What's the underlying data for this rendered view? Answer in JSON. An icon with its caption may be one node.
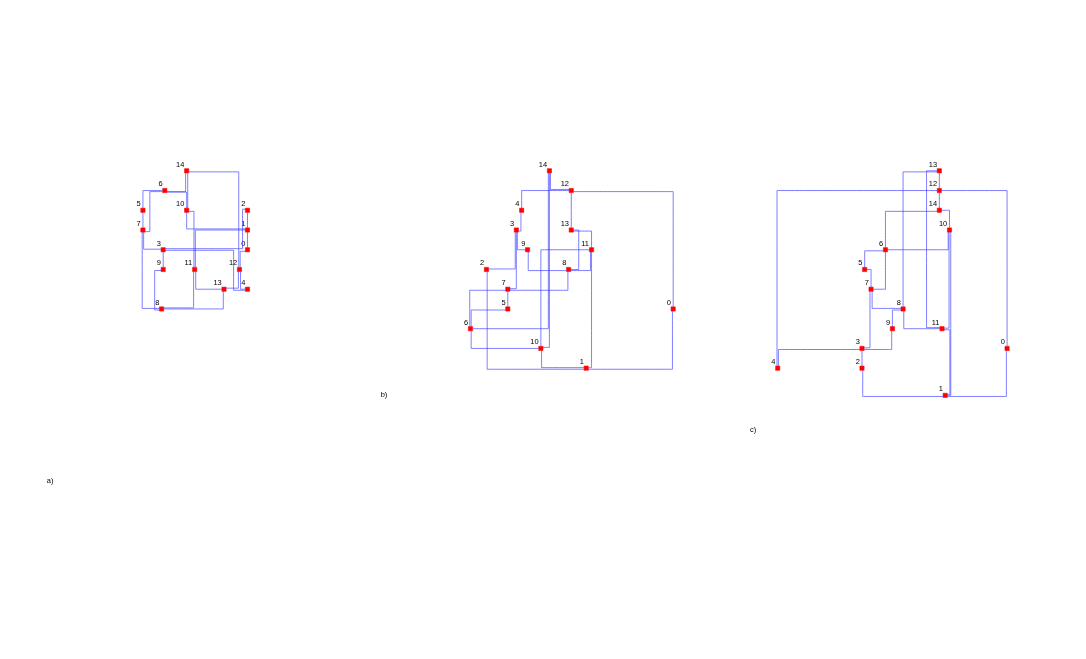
{
  "diagram": {
    "nodes": [
      {
        "text": [],
        "shape": "box",
        "beside": [
          "0"
        ]
      },
      {
        "text": [],
        "shape": "box",
        "beside": [
          "1"
        ]
      },
      {
        "text": [],
        "shape": "box",
        "beside": [
          "2"
        ]
      },
      {
        "text": [],
        "shape": "box",
        "beside": [
          "3"
        ]
      },
      {
        "text": [],
        "shape": "box",
        "beside": [
          "4"
        ]
      },
      {
        "text": [],
        "shape": "box",
        "beside": [
          "5"
        ]
      },
      {
        "text": [],
        "shape": "box",
        "beside": [
          "6"
        ]
      },
      {
        "text": [],
        "shape": "box",
        "beside": [
          "7"
        ]
      },
      {
        "text": [],
        "shape": "box",
        "beside": [
          "8"
        ]
      },
      {
        "text": [],
        "shape": "box",
        "beside": [
          "9"
        ]
      },
      {
        "text": [],
        "shape": "box",
        "beside": [
          "10"
        ]
      },
      {
        "text": [],
        "shape": "box",
        "beside": [
          "11"
        ]
      },
      {
        "text": [],
        "shape": "box",
        "beside": [
          "12"
        ]
      },
      {
        "text": [],
        "shape": "box",
        "beside": [
          "13"
        ]
      },
      {
        "text": [],
        "shape": "box",
        "beside": [
          "14"
        ]
      },
      {
        "text": [],
        "shape": "box",
        "beside": [
          "0"
        ]
      },
      {
        "text": [],
        "shape": "box",
        "beside": [
          "1"
        ]
      },
      {
        "text": [],
        "shape": "box",
        "beside": [
          "2"
        ]
      },
      {
        "text": [],
        "shape": "box",
        "beside": [
          "3"
        ]
      },
      {
        "text": [],
        "shape": "box",
        "beside": [
          "4"
        ]
      },
      {
        "text": [],
        "shape": "box",
        "beside": [
          "5"
        ]
      },
      {
        "text": [],
        "shape": "box",
        "beside": [
          "6"
        ]
      },
      {
        "text": [],
        "shape": "box",
        "beside": [
          "7"
        ]
      },
      {
        "text": [],
        "shape": "box",
        "beside": [
          "8"
        ]
      },
      {
        "text": [],
        "shape": "box",
        "beside": [
          "9"
        ]
      },
      {
        "text": [],
        "shape": "box",
        "beside": [
          "10"
        ]
      },
      {
        "text": [],
        "shape": "box",
        "beside": [
          "11"
        ]
      },
      {
        "text": [],
        "shape": "box",
        "beside": [
          "12"
        ]
      },
      {
        "text": [],
        "shape": "box",
        "beside": [
          "13"
        ]
      },
      {
        "text": [],
        "shape": "box",
        "beside": [
          "14"
        ]
      },
      {
        "text": [],
        "shape": "box",
        "beside": [
          "0"
        ]
      },
      {
        "text": [],
        "shape": "box",
        "beside": [
          "1"
        ]
      },
      {
        "text": [],
        "shape": "box",
        "beside": [
          "2"
        ]
      },
      {
        "text": [],
        "shape": "box",
        "beside": [
          "3"
        ]
      },
      {
        "text": [],
        "shape": "box",
        "beside": [
          "4"
        ]
      },
      {
        "text": [],
        "shape": "box",
        "beside": [
          "5"
        ]
      },
      {
        "text": [],
        "shape": "box",
        "beside": [
          "6"
        ]
      },
      {
        "text": [],
        "shape": "box",
        "beside": [
          "7"
        ]
      },
      {
        "text": [],
        "shape": "box",
        "beside": [
          "8"
        ]
      },
      {
        "text": [],
        "shape": "box",
        "beside": [
          "9"
        ]
      },
      {
        "text": [],
        "shape": "box",
        "beside": [
          "10"
        ]
      },
      {
        "text": [],
        "shape": "box",
        "beside": [
          "11"
        ]
      },
      {
        "text": [],
        "shape": "box",
        "beside": [
          "12"
        ]
      },
      {
        "text": [],
        "shape": "box",
        "beside": [
          "13"
        ]
      },
      {
        "text": [],
        "shape": "box",
        "beside": [
          "14"
        ]
      }
    ],
    "edges": [
      {
        "from": 14,
        "to": 6,
        "arrow": "none"
      },
      {
        "from": 14,
        "to": 10,
        "arrow": "none"
      },
      {
        "from": 14,
        "to": 12,
        "arrow": "none"
      },
      {
        "from": 6,
        "to": 5,
        "arrow": "none"
      },
      {
        "from": 6,
        "to": 10,
        "arrow": "none"
      },
      {
        "from": 6,
        "to": 7,
        "arrow": "none"
      },
      {
        "from": 10,
        "to": 11,
        "arrow": "none"
      },
      {
        "from": 10,
        "to": 1,
        "arrow": "none"
      },
      {
        "from": 2,
        "to": 1,
        "arrow": "none"
      },
      {
        "from": 1,
        "to": 11,
        "arrow": "none"
      },
      {
        "from": 1,
        "to": 0,
        "arrow": "none"
      },
      {
        "from": 2,
        "to": 3,
        "arrow": "none"
      },
      {
        "from": 11,
        "to": 13,
        "arrow": "none"
      },
      {
        "from": 11,
        "to": 8,
        "arrow": "none"
      },
      {
        "from": 0,
        "to": 12,
        "arrow": "none"
      },
      {
        "from": 12,
        "to": 13,
        "arrow": "none"
      },
      {
        "from": 12,
        "to": 4,
        "arrow": "none"
      },
      {
        "from": 13,
        "to": 8,
        "arrow": "none"
      },
      {
        "from": 5,
        "to": 7,
        "arrow": "none"
      },
      {
        "from": 7,
        "to": 3,
        "arrow": "none"
      },
      {
        "from": 7,
        "to": 8,
        "arrow": "none"
      },
      {
        "from": 3,
        "to": 4,
        "arrow": "none"
      },
      {
        "from": 3,
        "to": 9,
        "arrow": "none"
      },
      {
        "from": 9,
        "to": 8,
        "arrow": "none"
      },
      {
        "from": 29,
        "to": 25,
        "arrow": "none"
      },
      {
        "from": 29,
        "to": 27,
        "arrow": "none"
      },
      {
        "from": 29,
        "to": 21,
        "arrow": "none"
      },
      {
        "from": 27,
        "to": 28,
        "arrow": "none"
      },
      {
        "from": 27,
        "to": 15,
        "arrow": "none"
      },
      {
        "from": 15,
        "to": 16,
        "arrow": "none"
      },
      {
        "from": 27,
        "to": 19,
        "arrow": "none"
      },
      {
        "from": 28,
        "to": 26,
        "arrow": "none"
      },
      {
        "from": 26,
        "to": 23,
        "arrow": "none"
      },
      {
        "from": 28,
        "to": 23,
        "arrow": "none"
      },
      {
        "from": 26,
        "to": 25,
        "arrow": "none"
      },
      {
        "from": 26,
        "to": 16,
        "arrow": "none"
      },
      {
        "from": 19,
        "to": 18,
        "arrow": "none"
      },
      {
        "from": 18,
        "to": 24,
        "arrow": "none"
      },
      {
        "from": 18,
        "to": 22,
        "arrow": "none"
      },
      {
        "from": 18,
        "to": 17,
        "arrow": "none"
      },
      {
        "from": 24,
        "to": 23,
        "arrow": "none"
      },
      {
        "from": 23,
        "to": 22,
        "arrow": "none"
      },
      {
        "from": 22,
        "to": 20,
        "arrow": "none"
      },
      {
        "from": 22,
        "to": 21,
        "arrow": "none"
      },
      {
        "from": 20,
        "to": 21,
        "arrow": "none"
      },
      {
        "from": 21,
        "to": 25,
        "arrow": "none"
      },
      {
        "from": 25,
        "to": 16,
        "arrow": "none"
      },
      {
        "from": 17,
        "to": 16,
        "arrow": "none"
      },
      {
        "from": 43,
        "to": 41,
        "arrow": "none"
      },
      {
        "from": 43,
        "to": 42,
        "arrow": "none"
      },
      {
        "from": 43,
        "to": 38,
        "arrow": "none"
      },
      {
        "from": 42,
        "to": 44,
        "arrow": "none"
      },
      {
        "from": 42,
        "to": 30,
        "arrow": "none"
      },
      {
        "from": 30,
        "to": 31,
        "arrow": "none"
      },
      {
        "from": 42,
        "to": 34,
        "arrow": "none"
      },
      {
        "from": 44,
        "to": 40,
        "arrow": "none"
      },
      {
        "from": 44,
        "to": 36,
        "arrow": "none"
      },
      {
        "from": 40,
        "to": 36,
        "arrow": "none"
      },
      {
        "from": 40,
        "to": 41,
        "arrow": "none"
      },
      {
        "from": 40,
        "to": 31,
        "arrow": "none"
      },
      {
        "from": 36,
        "to": 35,
        "arrow": "none"
      },
      {
        "from": 36,
        "to": 37,
        "arrow": "none"
      },
      {
        "from": 35,
        "to": 37,
        "arrow": "none"
      },
      {
        "from": 37,
        "to": 38,
        "arrow": "none"
      },
      {
        "from": 37,
        "to": 33,
        "arrow": "none"
      },
      {
        "from": 38,
        "to": 39,
        "arrow": "none"
      },
      {
        "from": 38,
        "to": 41,
        "arrow": "none"
      },
      {
        "from": 39,
        "to": 33,
        "arrow": "none"
      },
      {
        "from": 33,
        "to": 34,
        "arrow": "none"
      },
      {
        "from": 33,
        "to": 32,
        "arrow": "none"
      },
      {
        "from": 32,
        "to": 31,
        "arrow": "none"
      },
      {
        "from": 41,
        "to": 31,
        "arrow": "none"
      }
    ],
    "labels": [
      "a)",
      "b)",
      "c)"
    ]
  }
}
